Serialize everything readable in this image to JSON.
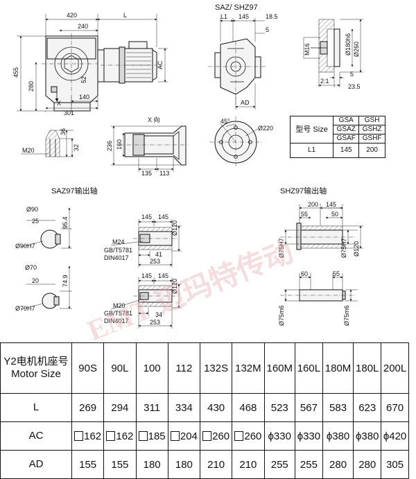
{
  "watermark": "EMT 迈玛特传动",
  "main_view": {
    "dims": [
      "420",
      "240",
      "L",
      "455",
      "280",
      "52",
      "AC",
      "140",
      "301",
      "X"
    ]
  },
  "side_view": {
    "title": "SAZ/ SHZ97",
    "dims": [
      "L1",
      "145",
      "18.5",
      "5",
      "AD"
    ]
  },
  "detail_view": {
    "dims": [
      "M16",
      "Ø180h6",
      "Ø260",
      "5",
      "23.5",
      "2:1"
    ]
  },
  "x_view": {
    "title": "X 向",
    "dims": [
      "236",
      "160",
      "135",
      "113"
    ]
  },
  "flange_view": {
    "dims": [
      "45°",
      "Ø220"
    ]
  },
  "key_view": {
    "dims": [
      "36",
      "32",
      "M20"
    ]
  },
  "size_key": {
    "header": "型号 Size",
    "row1": [
      "GSA",
      "GSH"
    ],
    "row2": [
      "GSAZ",
      "GSHZ"
    ],
    "row3": [
      "GSAF",
      "GSHF"
    ],
    "l1_label": "L1",
    "l1_values": [
      "145",
      "200"
    ]
  },
  "saz_shaft": {
    "title": "SAZ97输出轴",
    "upper_dims": [
      "Ø90",
      "25",
      "95.4",
      "Ø90H7"
    ],
    "lower_dims": [
      "Ø70",
      "20",
      "74.9",
      "Ø70H7"
    ],
    "upper_long": [
      "145",
      "145",
      "Ø120",
      "M24",
      "GB/T5781",
      "DIN4017",
      "41",
      "253"
    ],
    "lower_long": [
      "145",
      "145",
      "Ø120",
      "M20",
      "GB/T5781",
      "DIN4017",
      "34",
      "253"
    ]
  },
  "shz_shaft": {
    "title": "SHZ97输出轴",
    "upper_dims": [
      "200",
      "145",
      "55",
      "50",
      "Ø75H7",
      "Ø75H7",
      "Ø120"
    ],
    "lower_dims": [
      "60",
      "55",
      "Ø75m6",
      "Ø75m6"
    ]
  },
  "motor_table": {
    "header_label_line1": "Y2电机机座号",
    "header_label_line2": "Motor Size",
    "sizes": [
      "90S",
      "90L",
      "100",
      "112",
      "132S",
      "132M",
      "160M",
      "160L",
      "180M",
      "180L",
      "200L"
    ],
    "rows": [
      {
        "label": "L",
        "values": [
          "269",
          "294",
          "311",
          "334",
          "430",
          "468",
          "523",
          "567",
          "583",
          "623",
          "670"
        ],
        "square": [
          false,
          false,
          false,
          false,
          false,
          false,
          false,
          false,
          false,
          false,
          false
        ]
      },
      {
        "label": "AC",
        "values": [
          "162",
          "162",
          "185",
          "204",
          "260",
          "260",
          "ϕ330",
          "ϕ330",
          "ϕ380",
          "ϕ380",
          "ϕ420"
        ],
        "square": [
          true,
          true,
          true,
          true,
          true,
          true,
          false,
          false,
          false,
          false,
          false
        ]
      },
      {
        "label": "AD",
        "values": [
          "155",
          "155",
          "180",
          "180",
          "210",
          "210",
          "255",
          "255",
          "280",
          "280",
          "305"
        ],
        "square": [
          false,
          false,
          false,
          false,
          false,
          false,
          false,
          false,
          false,
          false,
          false
        ]
      }
    ]
  }
}
